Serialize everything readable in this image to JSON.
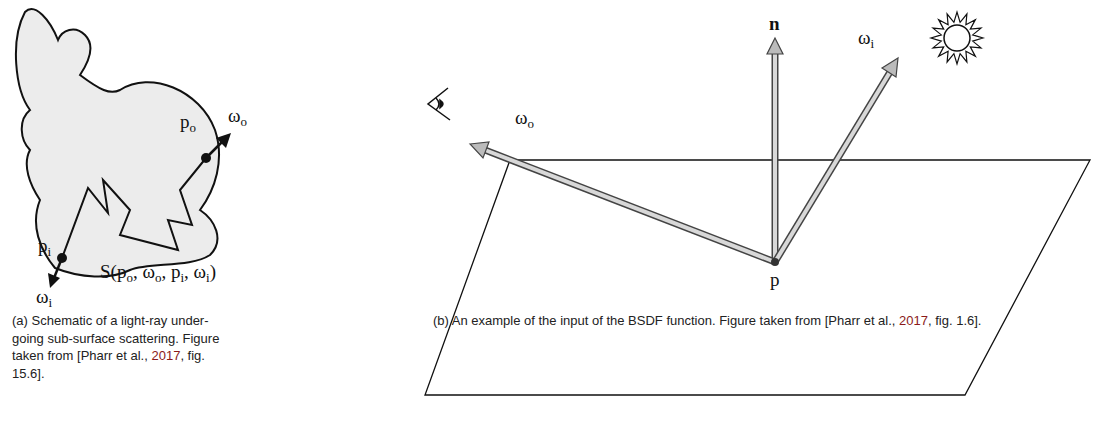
{
  "diagram": {
    "labels": [
      "po",
      "ωo",
      "pi",
      "ωi",
      "S(po, ωo, pi, ωi)",
      "n",
      "ωo",
      "ωi",
      "p",
      "(a) Schematic of a light-ray under-going sub-surface scattering. Figure taken from [Pharr et al., 2017, fig. 15.6].",
      "(b) An example of the input of the BSDF function. Figure taken from [Pharr et al., 2017, fig. 1.6]."
    ]
  }
}
